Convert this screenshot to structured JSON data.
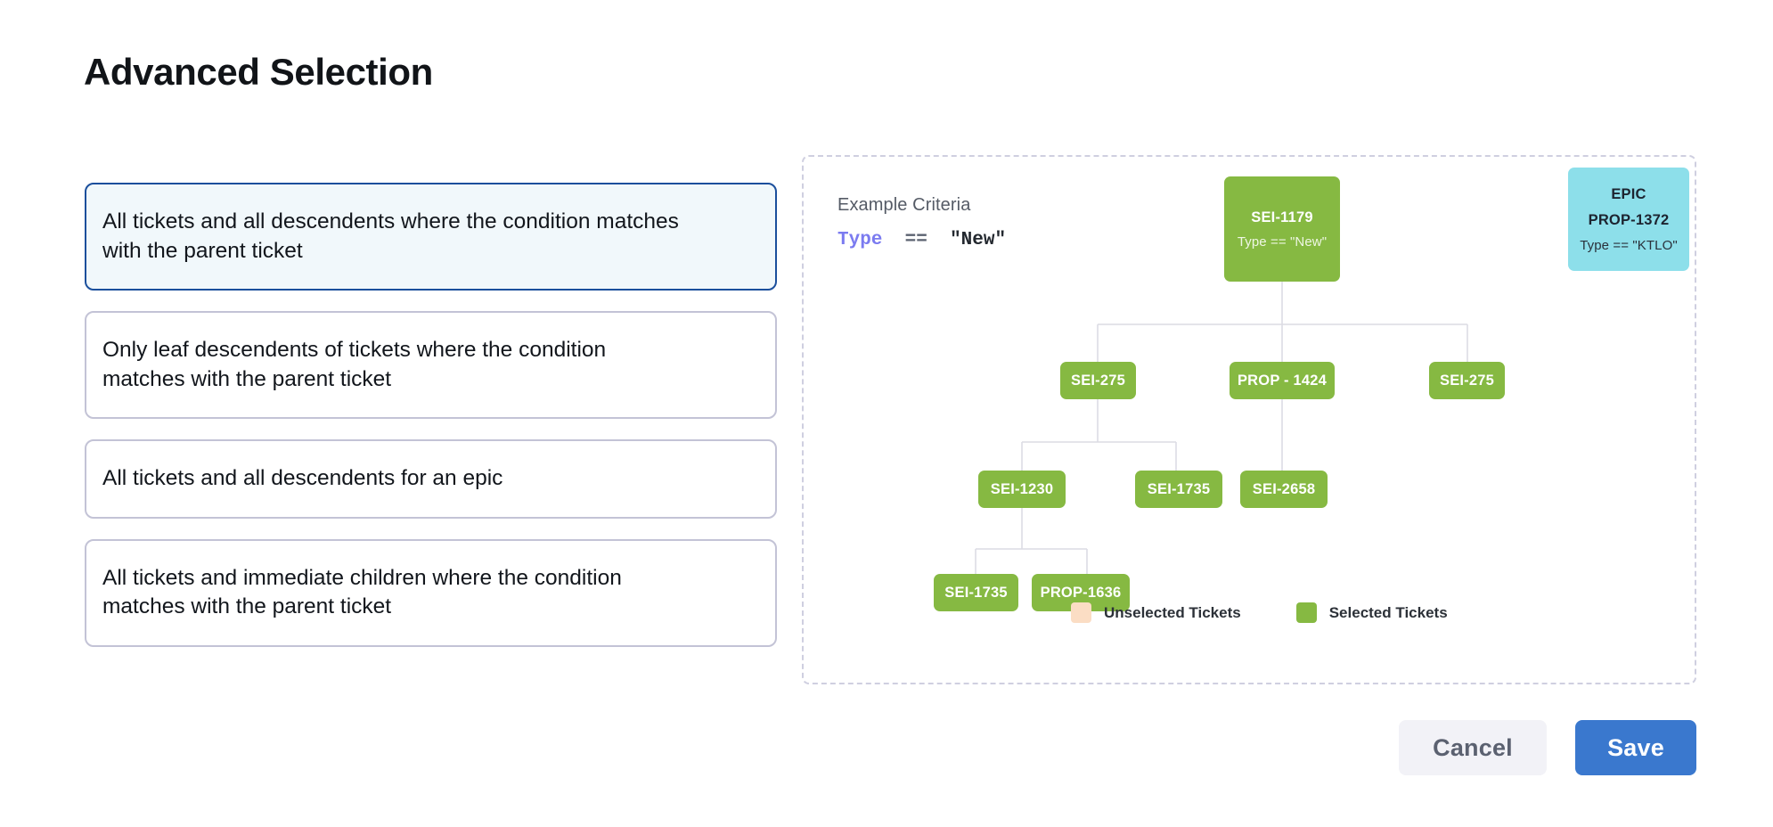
{
  "page": {
    "title": "Advanced Selection"
  },
  "options": [
    {
      "label": "All tickets and all descendents where the condition matches with the parent ticket",
      "selected": true
    },
    {
      "label": "Only leaf descendents of tickets where the condition matches with the parent ticket",
      "selected": false
    },
    {
      "label": "All tickets and all descendents for an epic",
      "selected": false
    },
    {
      "label": "All tickets and immediate children where the condition matches with the parent ticket",
      "selected": false
    }
  ],
  "diagram": {
    "criteria_label": "Example Criteria",
    "criteria_expression": {
      "field": "Type",
      "operator": "==",
      "value": "\"New\""
    },
    "nodes": [
      {
        "id": "sei-1179",
        "title": "SEI-1179",
        "subtitle": "Type == \"New\"",
        "state": "selected"
      },
      {
        "id": "epic",
        "title": "EPIC",
        "line2": "PROP-1372",
        "subtitle": "Type == \"KTLO\"",
        "state": "epic"
      },
      {
        "id": "sei-275-a",
        "title": "SEI-275",
        "state": "selected"
      },
      {
        "id": "prop-1424",
        "title": "PROP - 1424",
        "state": "selected"
      },
      {
        "id": "sei-275-b",
        "title": "SEI-275",
        "state": "selected"
      },
      {
        "id": "sei-1230",
        "title": "SEI-1230",
        "state": "selected"
      },
      {
        "id": "sei-1735-a",
        "title": "SEI-1735",
        "state": "selected"
      },
      {
        "id": "sei-2658",
        "title": "SEI-2658",
        "state": "selected"
      },
      {
        "id": "sei-1735-b",
        "title": "SEI-1735",
        "state": "selected"
      },
      {
        "id": "prop-1636",
        "title": "PROP-1636",
        "state": "selected"
      }
    ],
    "legend": [
      {
        "label": "Unselected Tickets",
        "color": "#fbddc4"
      },
      {
        "label": "Selected Tickets",
        "color": "#86b942"
      }
    ]
  },
  "footer": {
    "cancel_label": "Cancel",
    "save_label": "Save"
  },
  "colors": {
    "selected_node": "#86b942",
    "unselected_node": "#fbddc4",
    "epic_node": "#8ddfea",
    "accent_blue": "#3a78ce",
    "selected_card_border": "#1b4f9c",
    "selected_card_bg": "#f1f8fb"
  }
}
